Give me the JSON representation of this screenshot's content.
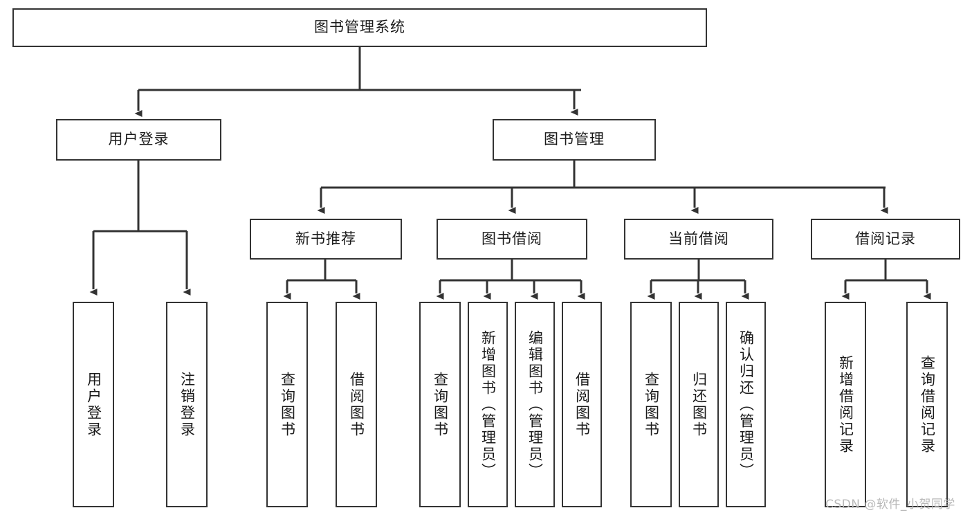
{
  "diagram": {
    "title": "图书管理系统",
    "type": "functional-structure-tree",
    "root": {
      "id": "root",
      "label": "图书管理系统",
      "orientation": "horizontal"
    },
    "level1": [
      {
        "id": "user-login",
        "label": "用户登录",
        "orientation": "horizontal"
      },
      {
        "id": "book-manage",
        "label": "图书管理",
        "orientation": "horizontal"
      }
    ],
    "level2": [
      {
        "id": "new-book-recommend",
        "label": "新书推荐",
        "orientation": "horizontal",
        "parent": "book-manage"
      },
      {
        "id": "book-borrow",
        "label": "图书借阅",
        "orientation": "horizontal",
        "parent": "book-manage"
      },
      {
        "id": "current-borrow",
        "label": "当前借阅",
        "orientation": "horizontal",
        "parent": "book-manage"
      },
      {
        "id": "borrow-record",
        "label": "借阅记录",
        "orientation": "horizontal",
        "parent": "book-manage"
      }
    ],
    "leaves": [
      {
        "id": "leaf-user-login",
        "label": "用户登录",
        "orientation": "vertical",
        "parent": "user-login"
      },
      {
        "id": "leaf-user-logout",
        "label": "注销登录",
        "orientation": "vertical",
        "parent": "user-login"
      },
      {
        "id": "leaf-query-book-1",
        "label": "查询图书",
        "orientation": "vertical",
        "parent": "new-book-recommend"
      },
      {
        "id": "leaf-borrow-book-1",
        "label": "借阅图书",
        "orientation": "vertical",
        "parent": "new-book-recommend"
      },
      {
        "id": "leaf-query-book-2",
        "label": "查询图书",
        "orientation": "vertical",
        "parent": "book-borrow"
      },
      {
        "id": "leaf-add-book",
        "label": "新增图书（管理员）",
        "orientation": "vertical",
        "parent": "book-borrow"
      },
      {
        "id": "leaf-edit-book",
        "label": "编辑图书（管理员）",
        "orientation": "vertical",
        "parent": "book-borrow"
      },
      {
        "id": "leaf-borrow-book-2",
        "label": "借阅图书",
        "orientation": "vertical",
        "parent": "book-borrow"
      },
      {
        "id": "leaf-query-book-3",
        "label": "查询图书",
        "orientation": "vertical",
        "parent": "current-borrow"
      },
      {
        "id": "leaf-return-book",
        "label": "归还图书",
        "orientation": "vertical",
        "parent": "current-borrow"
      },
      {
        "id": "leaf-confirm-return",
        "label": "确认归还（管理员）",
        "orientation": "vertical",
        "parent": "current-borrow"
      },
      {
        "id": "leaf-add-record",
        "label": "新增借阅记录",
        "orientation": "vertical",
        "parent": "borrow-record"
      },
      {
        "id": "leaf-query-record",
        "label": "查询借阅记录",
        "orientation": "vertical",
        "parent": "borrow-record"
      }
    ]
  },
  "watermark": {
    "text": "CSDN @软件_小贺同学"
  },
  "colors": {
    "box_border": "#333333",
    "box_fill": "#ffffff",
    "connector": "#333333",
    "text": "#1a1a1a",
    "watermark": "#b8b8b8",
    "background": "#ffffff"
  }
}
